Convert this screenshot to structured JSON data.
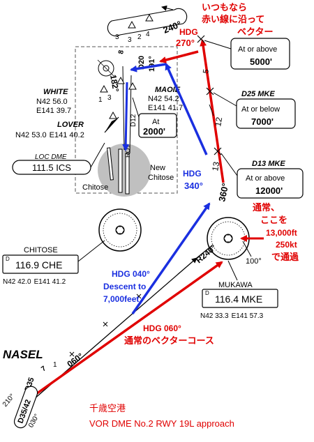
{
  "notes": {
    "top_right": [
      "いつもなら",
      "赤い線に沿って",
      "ベクター"
    ],
    "right_mid": [
      "通常、",
      "ここを",
      "13,000ft",
      "250kt",
      "で通過"
    ],
    "bottom_red": [
      "HDG 060°",
      "通常のベクターコース"
    ],
    "blue_descent": [
      "HDG 040°",
      "Descent to",
      "7,000feet"
    ],
    "blue_340": [
      "HDG",
      "340°"
    ],
    "hdg_270": [
      "HDG",
      "270°"
    ],
    "footer_title": "千歳空港",
    "footer_sub": "VOR DME No.2 RWY 19L approach"
  },
  "fixes": {
    "white": {
      "name": "WHITE",
      "lat": "N42 56.0",
      "lon": "E141 39.7"
    },
    "lover": {
      "name": "LOVER",
      "lat": "N42 53.0",
      "lon": "E141 40.2"
    },
    "maoie": {
      "name": "MAOIE",
      "lat": "N42 54.2",
      "lon": "E141 41.7"
    },
    "nasel": {
      "name": "NASEL"
    }
  },
  "constraints": {
    "c5000": {
      "top": "At or above",
      "alt": "5000'"
    },
    "c7000": {
      "label": "D25 MKE",
      "top": "At or below",
      "alt": "7000'"
    },
    "c12000": {
      "label": "D13 MKE",
      "top": "At or above",
      "alt": "12000'"
    },
    "c2000": {
      "top": "At",
      "alt": "2000'"
    }
  },
  "navaids": {
    "chitose": {
      "name": "CHITOSE",
      "freq": "116.9 CHE",
      "lat": "N42 42.0",
      "lon": "E141 41.2",
      "d": "D"
    },
    "mukawa": {
      "name": "MUKAWA",
      "freq": "116.4 MKE",
      "lat": "N42 33.3",
      "lon": "E141 57.3",
      "d": "D"
    },
    "loc": {
      "title": "LOC DME",
      "freq": "111.5 ICS"
    }
  },
  "airports": {
    "chitose": "Chitose",
    "new_chitose": [
      "New",
      "Chitose"
    ]
  },
  "labels": {
    "c240_top": "240°",
    "r240": "R240°",
    "c360": "360°",
    "c100": "100°",
    "c060": "060°",
    "c210": "210°",
    "c030": "030°",
    "d35": "D35",
    "d35_42": "D35/42",
    "d20": "D20",
    "d12": "D12",
    "c191": "191°",
    "c182": "182°",
    "rot": "ROT",
    "n12": "12",
    "n13": "13",
    "n5": "5",
    "n7": "7",
    "n1": "1",
    "n2": "2",
    "n3": "3",
    "n4": "4",
    "n8": "8",
    "d_small": "D"
  },
  "colors": {
    "red": "#e00000",
    "blue": "#1a2fe0",
    "black": "#000000",
    "shade": "#c0c0c0"
  }
}
